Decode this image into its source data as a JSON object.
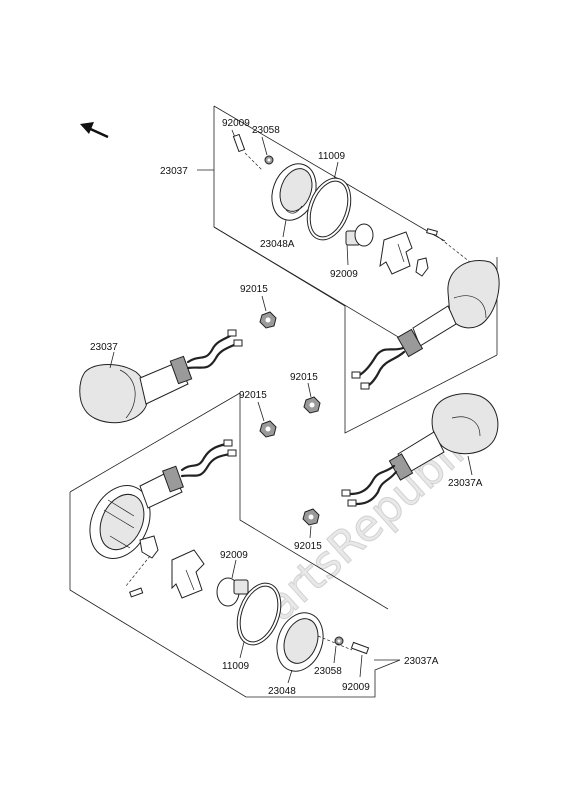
{
  "watermark": "PartsRepublik",
  "labels": {
    "p92009_top": "92009",
    "p23058_top": "23058",
    "p23037_top": "23037",
    "p11009_top": "11009",
    "p23048A": "23048A",
    "p92009_bulb_top": "92009",
    "p92015_a": "92015",
    "p23037_left": "23037",
    "p92015_b": "92015",
    "p92015_c": "92015",
    "p23037A_right": "23037A",
    "p92015_d": "92015",
    "p92009_bulb_bot": "92009",
    "p11009_bot": "11009",
    "p23048": "23048",
    "p23058_bot": "23058",
    "p92009_bot": "92009",
    "p23037A_bot": "23037A"
  }
}
